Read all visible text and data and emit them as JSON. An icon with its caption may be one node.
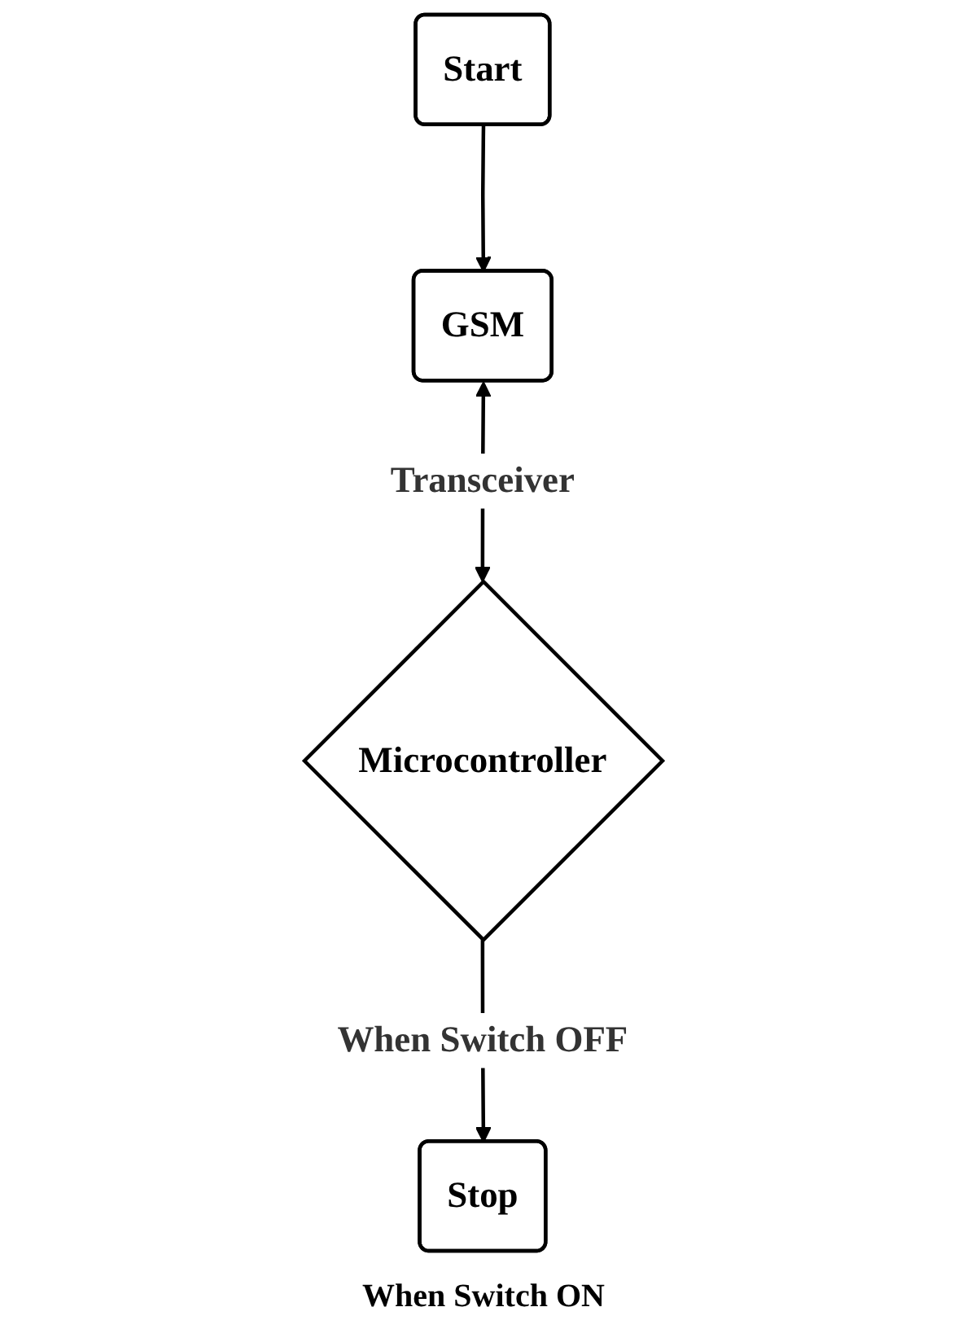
{
  "diagram": {
    "nodes": [
      {
        "text": [
          "Start"
        ]
      },
      {
        "text": [
          "GSM"
        ]
      },
      {
        "text": [
          "Microcontroller"
        ]
      },
      {
        "text": [
          "Stop"
        ]
      }
    ],
    "edges": [
      {
        "from": 0,
        "to": 1,
        "arrow": "to"
      },
      {
        "from": 1,
        "to": 2,
        "arrow": "both",
        "label": "Transceiver"
      },
      {
        "from": 2,
        "to": 3,
        "arrow": "to",
        "label": "When Switch OFF"
      }
    ],
    "labels": [
      "When Switch ON"
    ]
  }
}
